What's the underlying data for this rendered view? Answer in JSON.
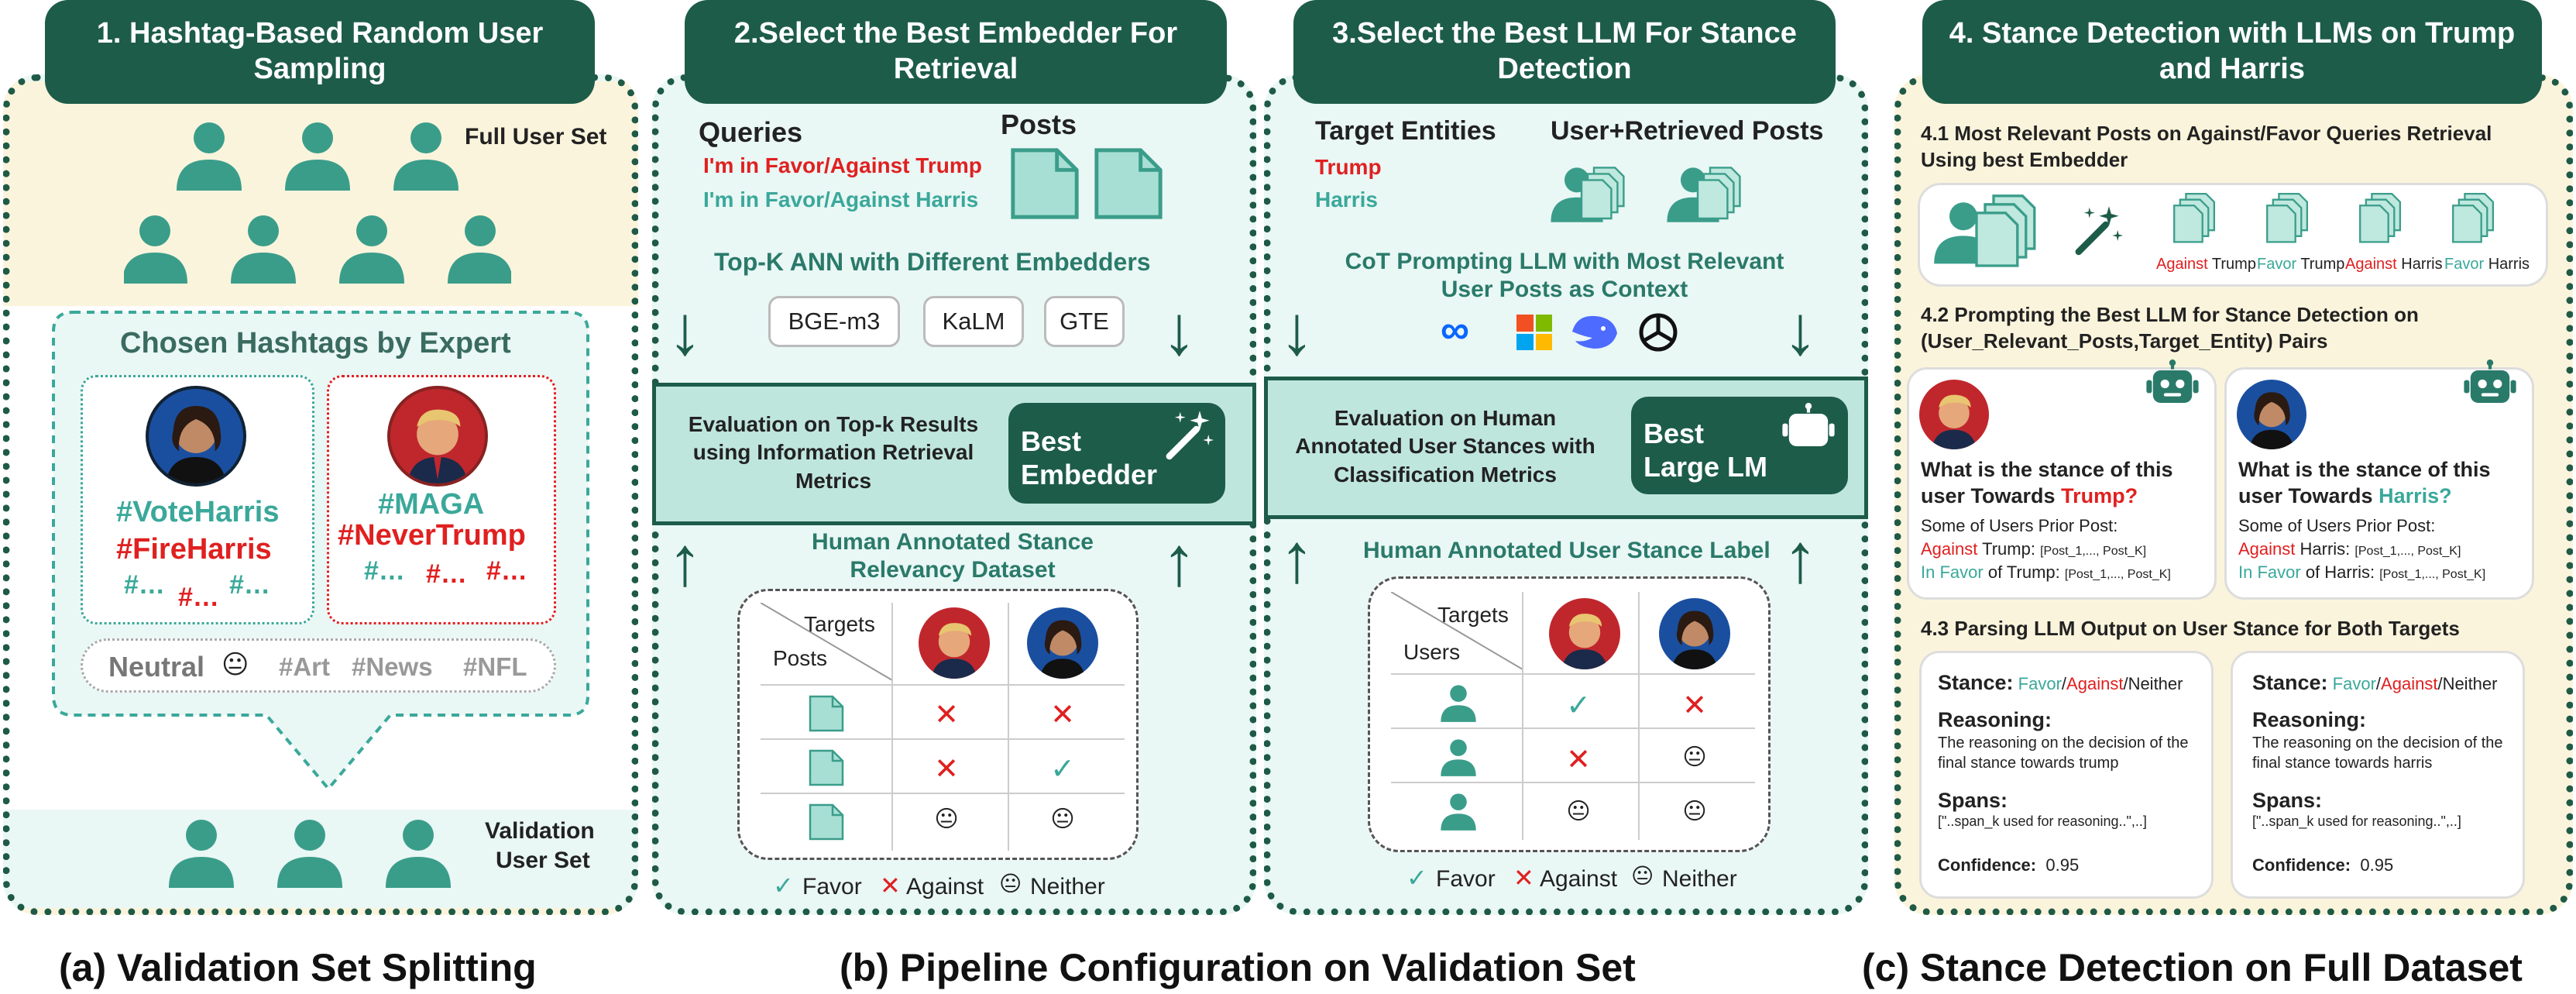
{
  "colors": {
    "dark_green": "#1d5c49",
    "teal": "#3aa89a",
    "red": "#e02020",
    "cream": "#fbf4dc",
    "mint": "#e9f7f5"
  },
  "panel1": {
    "title": "1. Hashtag-Based Random User Sampling",
    "full_user_set": "Full User Set",
    "chosen_hashtags": "Chosen Hashtags by Expert",
    "harris_tag1": "#VoteHarris",
    "harris_tag2": "#FireHarris",
    "harris_more": "#…",
    "harris_more_red": "#…",
    "trump_tag1": "#MAGA",
    "trump_tag2": "#NeverTrump",
    "trump_more": "#…",
    "trump_more_red": "#…",
    "neutral": "Neutral",
    "neutral_tags": [
      "#Art",
      "#News",
      "#NFL"
    ],
    "validation_line1": "Validation",
    "validation_line2": "User Set"
  },
  "panel2": {
    "title": "2.Select the Best  Embedder For Retrieval",
    "queries": "Queries",
    "posts": "Posts",
    "query_trump": "I'm in Favor/Against Trump",
    "query_harris": "I'm in Favor/Against Harris",
    "ann": "Top-K ANN with Different Embedders",
    "embedders": [
      "BGE-m3",
      "KaLM",
      "GTE"
    ],
    "eval_text": "Evaluation on Top-k Results using Information Retrieval Metrics",
    "best_embedder": "Best Embedder",
    "dataset_title": "Human Annotated Stance Relevancy Dataset",
    "table_targets": "Targets",
    "table_posts": "Posts",
    "rows": [
      [
        "✕",
        "✕"
      ],
      [
        "✕",
        "✓"
      ],
      [
        "😐",
        "😐"
      ]
    ],
    "legend": {
      "favor": "Favor",
      "against": "Against",
      "neither": "Neither"
    }
  },
  "panel3": {
    "title": "3.Select the Best LLM For Stance Detection",
    "target_entities": "Target Entities",
    "user_posts": "User+Retrieved Posts",
    "trump": "Trump",
    "harris": "Harris",
    "cot": "CoT Prompting LLM with Most Relevant User Posts as Context",
    "eval_text": "Evaluation on Human Annotated User Stances with Classification Metrics",
    "best_llm": "Best Large LM",
    "label_title": "Human Annotated User Stance Label",
    "table_targets": "Targets",
    "table_users": "Users",
    "rows": [
      [
        "✓",
        "✕"
      ],
      [
        "✕",
        "😐"
      ],
      [
        "😐",
        "😐"
      ]
    ],
    "legend": {
      "favor": "Favor",
      "against": "Against",
      "neither": "Neither"
    }
  },
  "panel4": {
    "title": "4.  Stance Detection with LLMs on Trump and Harris",
    "s41": "4.1 Most Relevant Posts on Against/Favor Queries Retrieval Using best Embedder",
    "doc_labels": [
      [
        "Against",
        "Trump"
      ],
      [
        "Favor",
        "Trump"
      ],
      [
        "Against",
        "Harris"
      ],
      [
        "Favor",
        "Harris"
      ]
    ],
    "s42": "4.2 Prompting the Best LLM for Stance Detection on (User_Relevant_Posts,Target_Entity) Pairs",
    "q_left": "What is the stance of this user Towards",
    "q_left_target": "Trump?",
    "q_right": "What is the stance of this user Towards",
    "q_right_target": "Harris?",
    "prior": "Some of Users Prior Post:",
    "against": "Against",
    "in_favor": "In Favor",
    "of_trump": "of Trump:",
    "trump_colon": "Trump:",
    "harris_colon": "Harris:",
    "of_harris": "of Harris:",
    "posts_list": "[Post_1,..., Post_K]",
    "s43": "4.3 Parsing LLM Output on User Stance for Both Targets",
    "stance": "Stance:",
    "favor": "Favor",
    "against_w": "Against",
    "neither": "Neither",
    "reasoning": "Reasoning:",
    "reason_left": "The reasoning on the decision of the final stance towards trump",
    "reason_right": "The reasoning on the decision of the final stance towards harris",
    "spans": "Spans:",
    "spans_val": "[\"..span_k used for reasoning..\",..]",
    "confidence": "Confidence:",
    "conf_val": "0.95"
  },
  "captions": {
    "a": "(a) Validation Set Splitting",
    "b": "(b) Pipeline Configuration on Validation Set",
    "c": "(c) Stance Detection on Full Dataset"
  }
}
